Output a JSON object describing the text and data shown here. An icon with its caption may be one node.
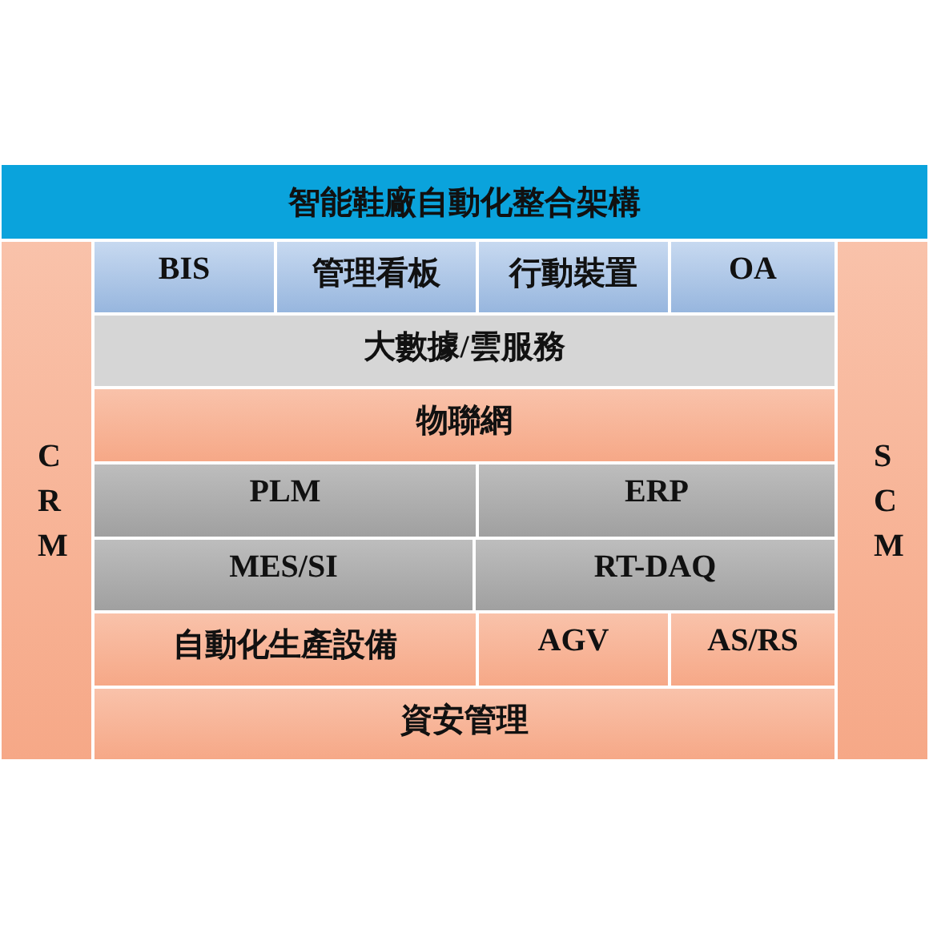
{
  "diagram": {
    "nodes": [
      {
        "text": [
          "智能鞋廠自動化整合架構"
        ]
      },
      {
        "text": [
          "CRM"
        ]
      },
      {
        "text": [
          "BIS"
        ]
      },
      {
        "text": [
          "管理看板"
        ]
      },
      {
        "text": [
          "行動裝置"
        ]
      },
      {
        "text": [
          "OA"
        ]
      },
      {
        "text": [
          "大數據/雲服務"
        ]
      },
      {
        "text": [
          "物聯網"
        ]
      },
      {
        "text": [
          "PLM"
        ]
      },
      {
        "text": [
          "ERP"
        ]
      },
      {
        "text": [
          "MES/SI"
        ]
      },
      {
        "text": [
          "RT-DAQ"
        ]
      },
      {
        "text": [
          "自動化生產設備"
        ]
      },
      {
        "text": [
          "AGV"
        ]
      },
      {
        "text": [
          "AS/RS"
        ]
      },
      {
        "text": [
          "資安管理"
        ]
      },
      {
        "text": [
          "SCM"
        ]
      }
    ],
    "edges": []
  }
}
